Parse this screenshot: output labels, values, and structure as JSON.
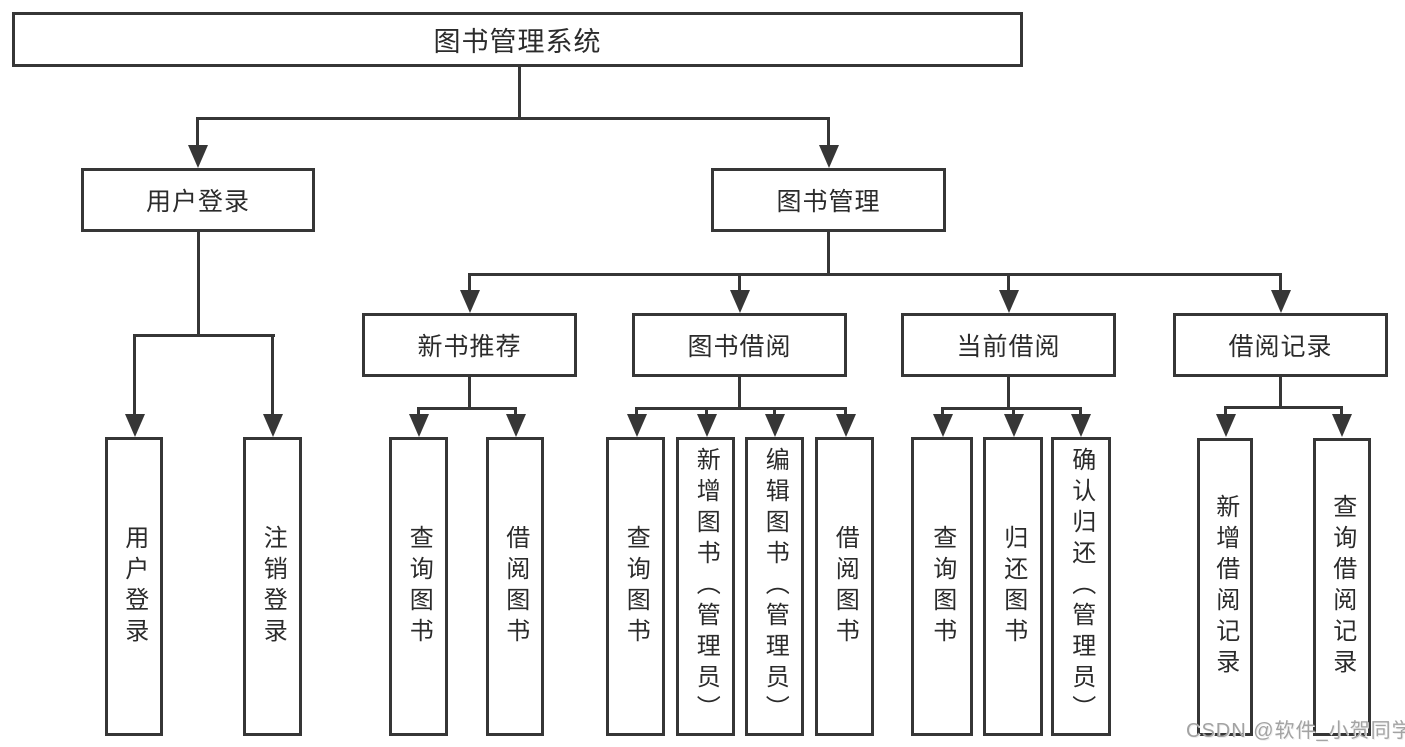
{
  "diagram": {
    "title": "图书管理系统",
    "root": "图书管理系统",
    "level2": [
      "用户登录",
      "图书管理"
    ],
    "level3": [
      "新书推荐",
      "图书借阅",
      "当前借阅",
      "借阅记录"
    ],
    "leaves": {
      "login": [
        "用户登录",
        "注销登录"
      ],
      "recommend": [
        "查询图书",
        "借阅图书"
      ],
      "borrow": [
        "查询图书",
        "新增图书（管理员）",
        "编辑图书（管理员）",
        "借阅图书"
      ],
      "current": [
        "查询图书",
        "归还图书",
        "确认归还（管理员）"
      ],
      "records": [
        "新增借阅记录",
        "查询借阅记录"
      ]
    }
  },
  "watermark": {
    "text": "CSDN @软件_小贺同学"
  },
  "colors": {
    "line": "#363636",
    "box_border": "#363636",
    "text": "#2b2b2b",
    "watermark": "#a3a3a3",
    "background": "#ffffff"
  }
}
